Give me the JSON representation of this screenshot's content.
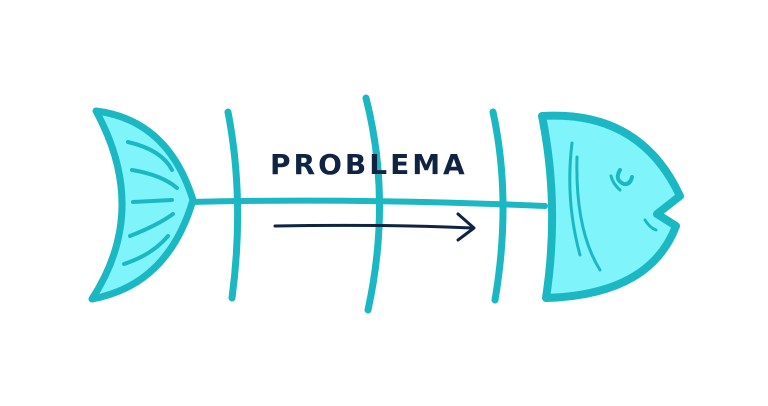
{
  "diagram": {
    "type": "fishbone",
    "label": "PROBLEMA",
    "colors": {
      "outline": "#1BB8C4",
      "fill": "#7FF4FA",
      "text": "#0F2442",
      "arrow": "#0F2442",
      "background": "#FFFFFF"
    },
    "parts": {
      "tail": "tail",
      "spine": "spine",
      "ribs": [
        "rib-1",
        "rib-2",
        "rib-3"
      ],
      "head": "head",
      "arrow": "direction-arrow"
    }
  }
}
